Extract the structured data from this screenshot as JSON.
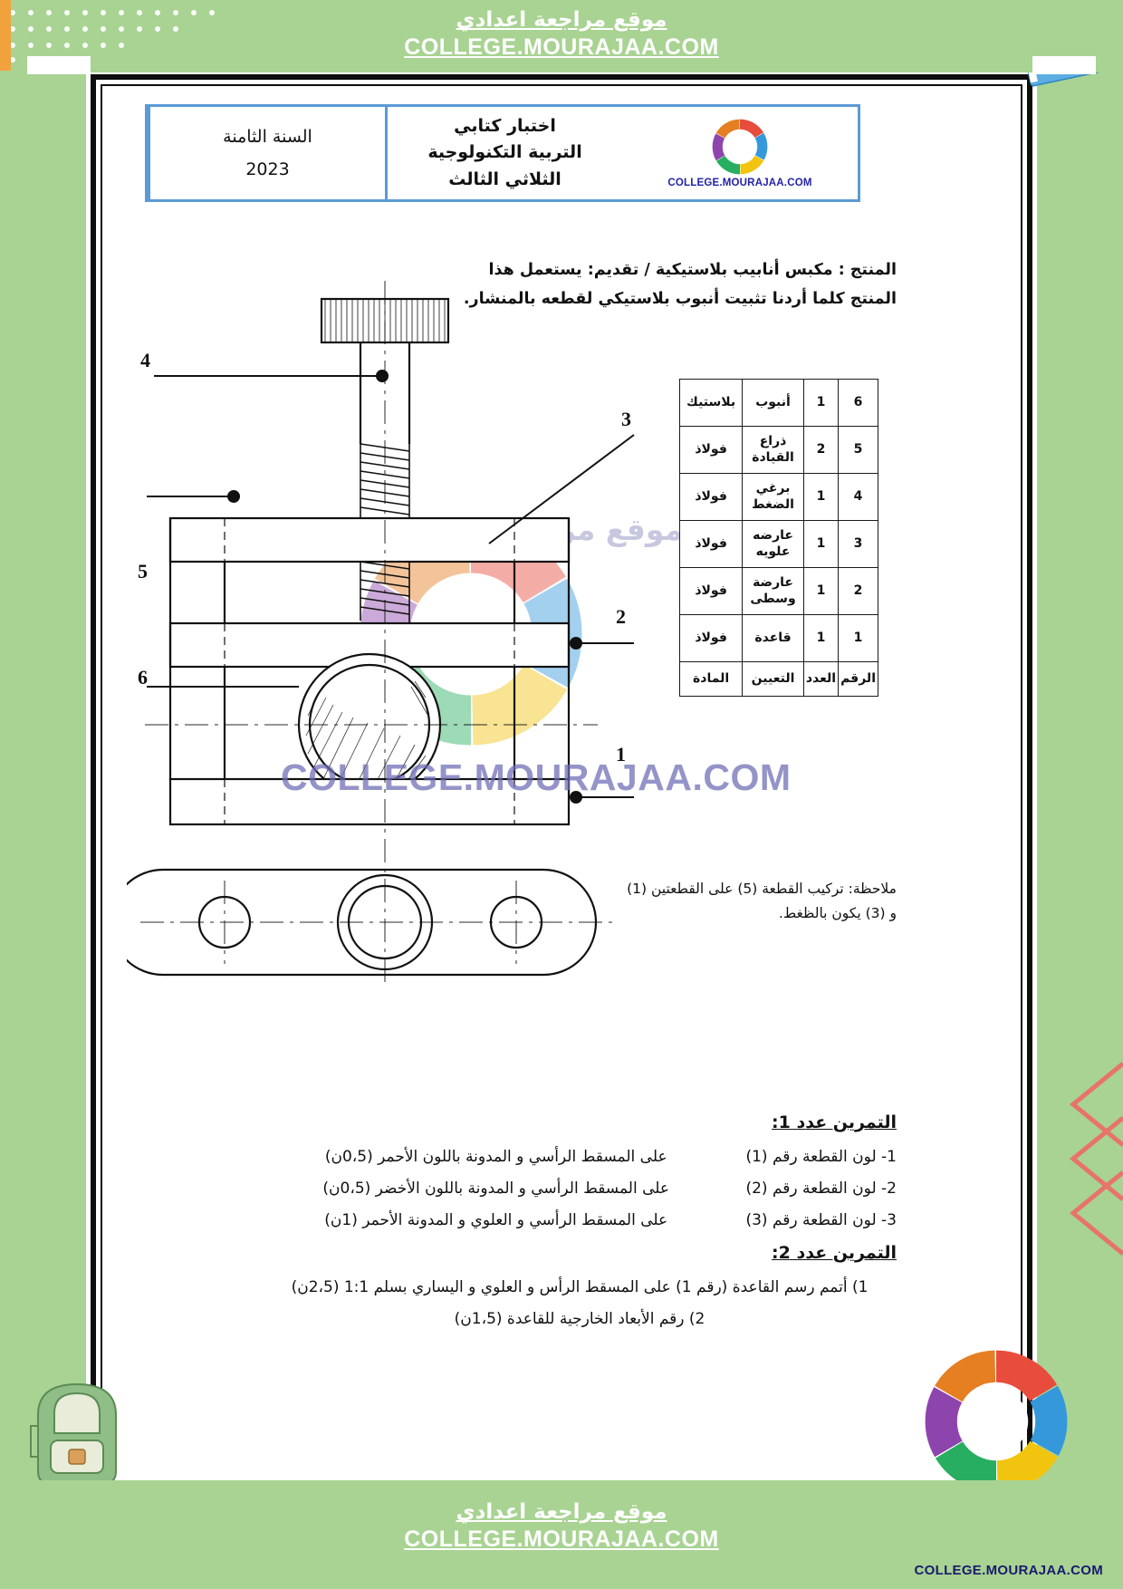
{
  "banner": {
    "arabic": "موقع مراجعة اعدادي",
    "url": "COLLEGE.MOURAJAA.COM"
  },
  "bottom_credit": "COLLEGE.MOURAJAA.COM",
  "header": {
    "year_label": "السنة الثامنة",
    "year_value": "2023",
    "exam_line1": "اختبار كتابي",
    "exam_line2": "التربية التكنولوجية",
    "exam_line3": "الثلاثي الثالث",
    "logo_text": "COLLEGE.MOURAJAA.COM"
  },
  "product": {
    "line1": "المنتج : مكبس أنابيب بلاستيكية / تقديم: يستعمل هذا",
    "line2": "المنتج كلما أردنا تثبيت أنبوب بلاستيكي لقطعه بالمنشار."
  },
  "callouts": [
    {
      "label": "4"
    },
    {
      "label": "3"
    },
    {
      "label": "5"
    },
    {
      "label": "2"
    },
    {
      "label": "6"
    },
    {
      "label": "1"
    }
  ],
  "nomenclature": {
    "headers": {
      "number": "الرقم",
      "quantity": "العدد",
      "designation": "التعيين",
      "material": "المادة"
    },
    "rows": [
      {
        "number": "6",
        "quantity": "1",
        "designation": "أنبوب",
        "material": "بلاستيك"
      },
      {
        "number": "5",
        "quantity": "2",
        "designation": "ذراع القيادة",
        "material": "فولاذ"
      },
      {
        "number": "4",
        "quantity": "1",
        "designation": "برغي الضغط",
        "material": "فولاذ"
      },
      {
        "number": "3",
        "quantity": "1",
        "designation": "عارضه علويه",
        "material": "فولاذ"
      },
      {
        "number": "2",
        "quantity": "1",
        "designation": "عارضة وسطى",
        "material": "فولاذ"
      },
      {
        "number": "1",
        "quantity": "1",
        "designation": "قاعدة",
        "material": "فولاذ"
      }
    ]
  },
  "note": {
    "line1": "ملاحظة: تركيب القطعة (5) على القطعتين (1)",
    "line2": "و (3) يكون بالظغط."
  },
  "exercise1": {
    "title": "التمرين عدد 1:",
    "items": [
      {
        "lead": "1- لون القطعة رقم (1)",
        "rest": "على المسقط الرأسي و المدونة باللون الأحمر (0،5ن)"
      },
      {
        "lead": "2- لون القطعة رقم (2)",
        "rest": "على المسقط الرأسي و المدونة باللون الأخضر (0،5ن)"
      },
      {
        "lead": "3- لون القطعة رقم (3)",
        "rest": "على المسقط الرأسي و العلوي و المدونة الأحمر (1ن)"
      }
    ]
  },
  "exercise2": {
    "title": "التمرين عدد 2:",
    "items": [
      "1) أتمم رسم القاعدة (رقم 1) على المسقط الرأس و العلوي و اليساري بسلم 1:1 (2،5ن)",
      "2) رقم الأبعاد الخارجية للقاعدة (1،5ن)"
    ]
  },
  "watermarks": {
    "main": "COLLEGE.MOURAJAA.COM",
    "arabic": "موقع مراجعة سنوات"
  }
}
